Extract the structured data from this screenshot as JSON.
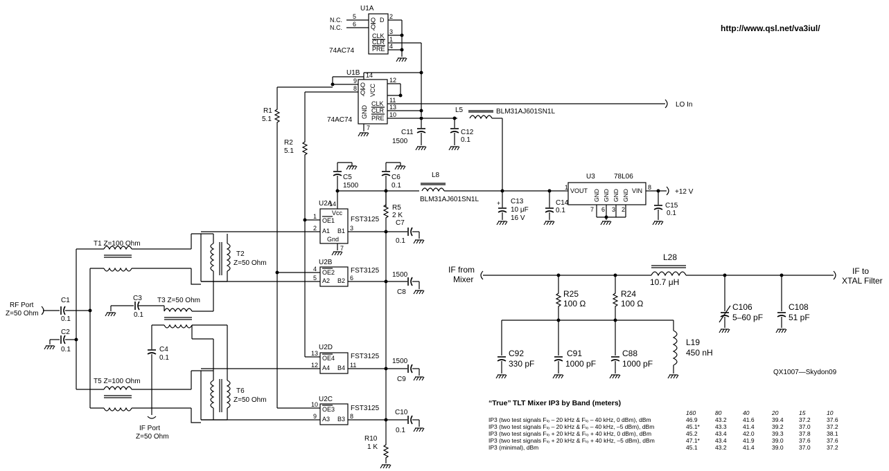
{
  "url": "http://www.qsl.net/va3iul/",
  "credit": "QX1007—Skydon09",
  "chips": {
    "u1a": {
      "ref": "U1A",
      "part": "74AC74",
      "pins": {
        "q": "Q",
        "qbar": "Q",
        "d": "D",
        "clk": "CLK",
        "clr": "CLR",
        "pre": "PRE",
        "p5": "5",
        "p6": "6",
        "p2": "2",
        "p3": "3",
        "p1": "1",
        "p4": "4"
      },
      "nc1": "N.C.",
      "nc2": "N.C."
    },
    "u1b": {
      "ref": "U1B",
      "part": "74AC74",
      "pins": {
        "q": "Q",
        "qbar": "Q",
        "vcc": "VCC",
        "gnd": "GND",
        "clk": "CLK",
        "clr": "CLR",
        "pre": "PRE",
        "p9": "9",
        "p8": "8",
        "p14": "14",
        "p12": "12",
        "p11": "11",
        "p13": "13",
        "p10": "10",
        "p7": "7"
      }
    },
    "u2a": {
      "ref": "U2A",
      "part": "FST3125",
      "oe": "OE1",
      "a": "A1",
      "b": "B1",
      "vcc": "Vcc",
      "gnd": "Gnd",
      "p1": "1",
      "p2": "2",
      "p3": "3",
      "p14": "14",
      "p7": "7"
    },
    "u2b": {
      "ref": "U2B",
      "part": "FST3125",
      "oe": "OE2",
      "a": "A2",
      "b": "B2",
      "p4": "4",
      "p5": "5",
      "p6": "6"
    },
    "u2d": {
      "ref": "U2D",
      "part": "FST3125",
      "oe": "OE4",
      "a": "A4",
      "b": "B4",
      "p13": "13",
      "p12": "12",
      "p11": "11"
    },
    "u2c": {
      "ref": "U2C",
      "part": "FST3125",
      "oe": "OE3",
      "a": "A3",
      "b": "B3",
      "p10": "10",
      "p9": "9",
      "p8": "8"
    },
    "u3": {
      "ref": "U3",
      "part": "78L06",
      "vout": "VOUT",
      "vin": "VIN",
      "gnd": "GND",
      "p1": "1",
      "p8": "8",
      "p7": "7",
      "p6": "6",
      "p3": "3",
      "p2": "2"
    }
  },
  "components": {
    "r1": {
      "ref": "R1",
      "val": "5.1"
    },
    "r2": {
      "ref": "R2",
      "val": "5.1"
    },
    "r5": {
      "ref": "R5",
      "val": "2 K"
    },
    "r10": {
      "ref": "R10",
      "val": "1 K"
    },
    "r24": {
      "ref": "R24",
      "val": "100 Ω"
    },
    "r25": {
      "ref": "R25",
      "val": "100 Ω"
    },
    "c1": {
      "ref": "C1",
      "val": "0.1"
    },
    "c2": {
      "ref": "C2",
      "val": "0.1"
    },
    "c3": {
      "ref": "C3",
      "val": "0.1"
    },
    "c4": {
      "ref": "C4",
      "val": "0.1"
    },
    "c5": {
      "ref": "C5",
      "val": "1500"
    },
    "c6": {
      "ref": "C6",
      "val": "0.1"
    },
    "c7": {
      "ref": "C7",
      "val": "0.1"
    },
    "c8": {
      "ref": "C8",
      "val": "1500"
    },
    "c9": {
      "ref": "C9",
      "val": "1500"
    },
    "c10": {
      "ref": "C10",
      "val": "0.1"
    },
    "c11": {
      "ref": "C11",
      "val": "1500"
    },
    "c12": {
      "ref": "C12",
      "val": "0.1"
    },
    "c13": {
      "ref": "C13",
      "val1": "10 μF",
      "val2": "16 V"
    },
    "c14": {
      "ref": "C14",
      "val": "0.1"
    },
    "c15": {
      "ref": "C15",
      "val": "0.1"
    },
    "c88": {
      "ref": "C88",
      "val": "1000 pF"
    },
    "c91": {
      "ref": "C91",
      "val": "1000 pF"
    },
    "c92": {
      "ref": "C92",
      "val": "330 pF"
    },
    "c106": {
      "ref": "C106",
      "val": "5–60 pF"
    },
    "c108": {
      "ref": "C108",
      "val": "51 pF"
    },
    "l5": {
      "ref": "L5",
      "val": "BLM31AJ601SN1L"
    },
    "l8": {
      "ref": "L8",
      "val": "BLM31AJ601SN1L"
    },
    "l19": {
      "ref": "L19",
      "val": "450 nH"
    },
    "l28": {
      "ref": "L28",
      "val": "10.7 μH"
    },
    "t1": "T1  Z=100 Ohm",
    "t2a": "T2",
    "t2b": "Z=50 Ohm",
    "t3": "T3  Z=50 Ohm",
    "t5": "T5  Z=100 Ohm",
    "t6a": "T6",
    "t6b": "Z=50 Ohm"
  },
  "ports": {
    "rf1": "RF Port",
    "rf2": "Z=50 Ohm",
    "if1": "IF Port",
    "if2": "Z=50 Ohm",
    "lo": "LO In",
    "vcc": "+12 V",
    "ifmix1": "IF from",
    "ifmix2": "Mixer",
    "ifxtal1": "IF to",
    "ifxtal2": "XTAL Filter"
  },
  "table": {
    "title_q": "“True”",
    "title": "TLT Mixer IP3 by Band (meters)",
    "headers": [
      "160",
      "80",
      "40",
      "20",
      "15",
      "10"
    ],
    "rows": [
      {
        "label": "IP3 (two test signals Fₗₒ – 20 kHz & Fₗₒ – 40 kHz, 0 dBm), dBm",
        "values": [
          "46.9",
          "43.2",
          "41.6",
          "39.4",
          "37.2",
          "37.6"
        ]
      },
      {
        "label": "IP3 (two test signals Fₗₒ – 20 kHz & Fₗₒ – 40 kHz, –5 dBm), dBm",
        "values": [
          "45.1*",
          "43.3",
          "41.4",
          "39.2",
          "37.0",
          "37.2"
        ]
      },
      {
        "label": "IP3 (two test signals Fₗₒ + 20 kHz & Fₗₒ + 40 kHz, 0 dBm), dBm",
        "values": [
          "45.2",
          "43.4",
          "42.0",
          "39.3",
          "37.8",
          "38.1"
        ]
      },
      {
        "label": "IP3 (two test signals Fₗₒ + 20 kHz & Fₗₒ + 40 kHz, –5 dBm), dBm",
        "values": [
          "47.1*",
          "43.4",
          "41.9",
          "39.0",
          "37.6",
          "37.6"
        ]
      },
      {
        "label": "IP3 (minimal), dBm",
        "values": [
          "45.1",
          "43.2",
          "41.4",
          "39.0",
          "37.0",
          "37.2"
        ]
      }
    ]
  }
}
